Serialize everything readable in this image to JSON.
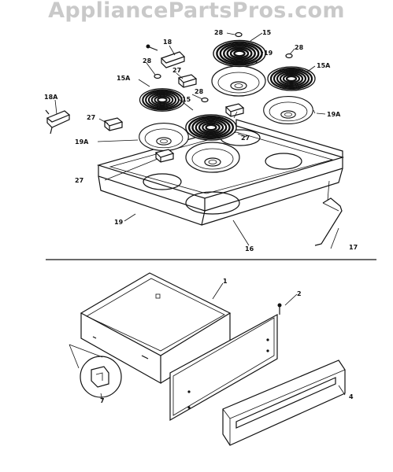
{
  "watermark": "AppliancePartsPros.com",
  "callouts": {
    "c18": "18",
    "c28a": "28",
    "c15a": "15",
    "c28b": "28",
    "c19a": "19",
    "c15Aa": "15A",
    "c28c": "28",
    "c15Ab": "15A",
    "c27a": "27",
    "c18A": "18A",
    "c28d": "28",
    "c15b": "15",
    "c27b": "27",
    "c19Aa": "19A",
    "c19Ab": "19A",
    "c27c": "27",
    "c27d": "27",
    "c19b": "19",
    "c16": "16",
    "c17": "17",
    "c1": "1",
    "c2": "2",
    "c7": "7",
    "c4": "4"
  }
}
